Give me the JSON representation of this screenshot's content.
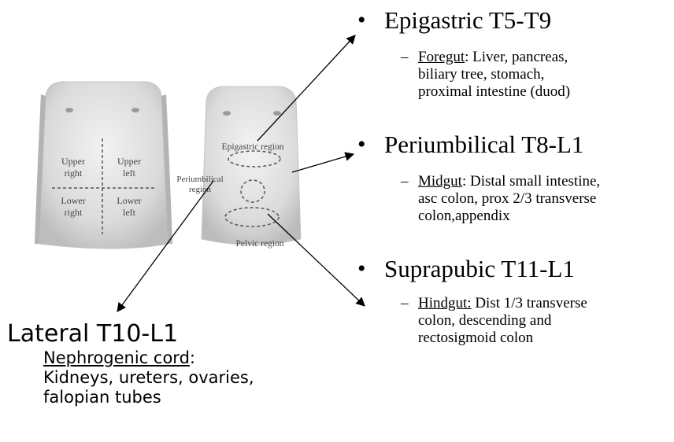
{
  "figure": {
    "quadrants": {
      "upper_right": "Upper right",
      "upper_left": "Upper left",
      "lower_right": "Lower right",
      "lower_left": "Lower left"
    },
    "regions": {
      "epigastric": "Epigastric region",
      "periumbilical": "Periumbilical region",
      "pelvic": "Pelvic region"
    }
  },
  "bullets": [
    {
      "title": "Epigastric T5-T9",
      "sub_head": "Foregut",
      "sub_rest_1": ": Liver, pancreas,",
      "sub_line_2": "biliary tree, stomach,",
      "sub_line_3": "proximal intestine (duod)"
    },
    {
      "title": "Periumbilical T8-L1",
      "sub_head": "Midgut",
      "sub_rest_1": ": Distal small intestine,",
      "sub_line_2": "asc colon, prox 2/3 transverse",
      "sub_line_3": "colon,appendix"
    },
    {
      "title": "Suprapubic T11-L1",
      "sub_head": "Hindgut:",
      "sub_rest_1": " Dist 1/3 transverse",
      "sub_line_2": "colon, descending and",
      "sub_line_3": "rectosigmoid colon"
    }
  ],
  "lateral": {
    "title": "Lateral T10-L1",
    "head": "Nephrogenic cord",
    "head_suffix": ":",
    "line_2": "Kidneys, ureters, ovaries,",
    "line_3": "falopian tubes"
  },
  "symbols": {
    "bullet": "•",
    "dash": "–"
  }
}
